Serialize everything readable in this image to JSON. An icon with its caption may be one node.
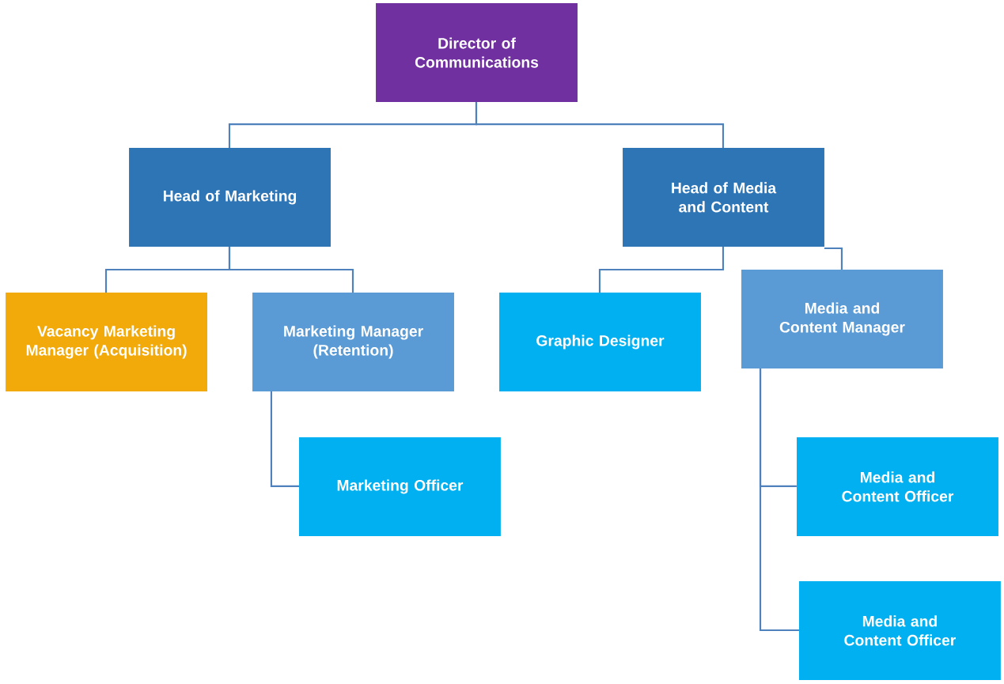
{
  "diagram": {
    "nodes": [
      {
        "text": [
          "Director of Communications"
        ]
      },
      {
        "text": [
          "Head of Marketing"
        ]
      },
      {
        "text": [
          "Head of Media and Content"
        ]
      },
      {
        "text": [
          "Vacancy Marketing Manager (Acquisition)"
        ]
      },
      {
        "text": [
          "Marketing Manager (Retention)"
        ]
      },
      {
        "text": [
          "Graphic Designer"
        ]
      },
      {
        "text": [
          "Media and Content Manager"
        ]
      },
      {
        "text": [
          "Marketing Officer"
        ]
      },
      {
        "text": [
          "Media and Content Officer"
        ]
      },
      {
        "text": [
          "Media and Content Officer"
        ]
      }
    ],
    "edges": [
      {
        "from": 0,
        "to": 1,
        "arrow": "none"
      },
      {
        "from": 0,
        "to": 2,
        "arrow": "none"
      },
      {
        "from": 1,
        "to": 3,
        "arrow": "none"
      },
      {
        "from": 1,
        "to": 4,
        "arrow": "none"
      },
      {
        "from": 2,
        "to": 5,
        "arrow": "none"
      },
      {
        "from": 2,
        "to": 6,
        "arrow": "none"
      },
      {
        "from": 4,
        "to": 7,
        "arrow": "none"
      },
      {
        "from": 6,
        "to": 8,
        "arrow": "none"
      },
      {
        "from": 6,
        "to": 9,
        "arrow": "none"
      }
    ]
  }
}
